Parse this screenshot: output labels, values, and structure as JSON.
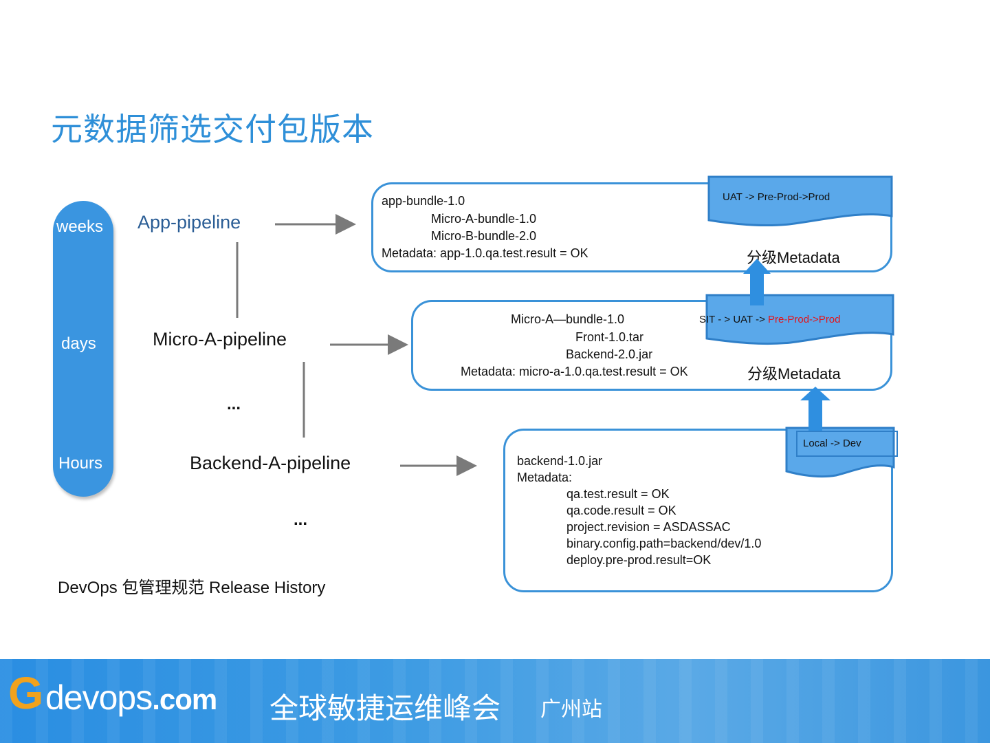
{
  "title": "元数据筛选交付包版本",
  "timescale": {
    "top": "weeks",
    "middle": "days",
    "bottom": "Hours"
  },
  "pipelines": {
    "app": "App-pipeline",
    "micro_a": "Micro-A-pipeline",
    "ellipsis_1": "...",
    "backend_a": "Backend-A-pipeline",
    "ellipsis_2": "..."
  },
  "app_box": {
    "line1": "app-bundle-1.0",
    "line2": "Micro-A-bundle-1.0",
    "line3": "Micro-B-bundle-2.0",
    "line4": "Metadata: app-1.0.qa.test.result = OK",
    "flag": "UAT -> Pre-Prod->Prod",
    "meta_label": "分级Metadata"
  },
  "micro_box": {
    "line1": "Micro-A—bundle-1.0",
    "line2": "Front-1.0.tar",
    "line3": "Backend-2.0.jar",
    "line4": "Metadata: micro-a-1.0.qa.test.result = OK",
    "flag_prefix": "SIT - > UAT -> ",
    "flag_highlight": "Pre-Prod->Prod",
    "meta_label": "分级Metadata"
  },
  "backend_box": {
    "line1": "backend-1.0.jar",
    "line2": "Metadata:",
    "items": [
      "qa.test.result = OK",
      "qa.code.result = OK",
      "project.revision = ASDASSAC",
      "binary.config.path=backend/dev/1.0",
      "deploy.pre-prod.result=OK"
    ],
    "flag": "Local -> Dev"
  },
  "footer_note": "DevOps 包管理规范 Release History",
  "banner": {
    "logo_g": "G",
    "logo_devops": "devops",
    "logo_com": ".com",
    "event": "全球敏捷运维峰会",
    "city": "广州站"
  },
  "colors": {
    "title": "#2e8fd8",
    "accent": "#3a92d8",
    "flag_fill": "#5aa8ea",
    "arrow_up": "#2f8fe0",
    "highlight": "#e3141b",
    "banner": "#3a95e0",
    "logo_g": "#f2a21c"
  }
}
